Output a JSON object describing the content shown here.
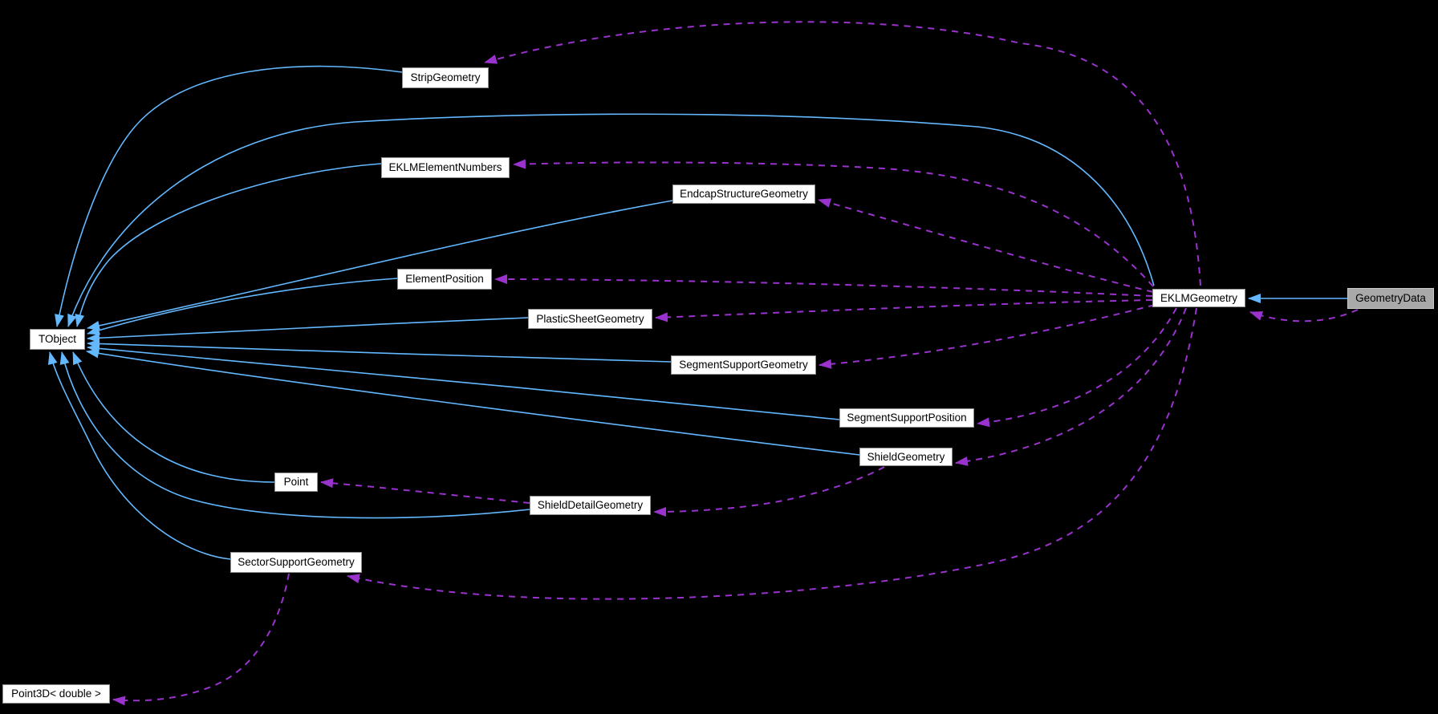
{
  "diagram": {
    "type": "doxygen-collaboration-graph",
    "background_color": "#000000",
    "colors": {
      "inheritance_edge": "#63B8FF",
      "usage_edge": "#9A32CD",
      "node_background": "#ffffff",
      "node_border": "#8f8f8f",
      "current_node_background": "#a9a9a9",
      "current_node_border": "#c9c9c9",
      "node_text": "#000000"
    },
    "nodes": {
      "tobject": {
        "label": "TObject"
      },
      "strip_geometry": {
        "label": "StripGeometry"
      },
      "eklm_element_numbers": {
        "label": "EKLMElementNumbers"
      },
      "endcap_structure_geometry": {
        "label": "EndcapStructureGeometry"
      },
      "element_position": {
        "label": "ElementPosition"
      },
      "plastic_sheet_geometry": {
        "label": "PlasticSheetGeometry"
      },
      "segment_support_geometry": {
        "label": "SegmentSupportGeometry"
      },
      "segment_support_position": {
        "label": "SegmentSupportPosition"
      },
      "shield_geometry": {
        "label": "ShieldGeometry"
      },
      "point": {
        "label": "Point"
      },
      "shield_detail_geometry": {
        "label": "ShieldDetailGeometry"
      },
      "sector_support_geometry": {
        "label": "SectorSupportGeometry"
      },
      "point3d_double": {
        "label": "Point3D< double >"
      },
      "eklm_geometry": {
        "label": "EKLMGeometry"
      },
      "geometry_data": {
        "label": "GeometryData"
      }
    },
    "edges": [
      {
        "from": "StripGeometry",
        "to": "TObject",
        "type": "inheritance"
      },
      {
        "from": "EKLMGeometry",
        "to": "TObject",
        "type": "inheritance"
      },
      {
        "from": "EKLMElementNumbers",
        "to": "TObject",
        "type": "inheritance"
      },
      {
        "from": "EndcapStructureGeometry",
        "to": "TObject",
        "type": "inheritance"
      },
      {
        "from": "ElementPosition",
        "to": "TObject",
        "type": "inheritance"
      },
      {
        "from": "PlasticSheetGeometry",
        "to": "TObject",
        "type": "inheritance"
      },
      {
        "from": "SegmentSupportGeometry",
        "to": "TObject",
        "type": "inheritance"
      },
      {
        "from": "SegmentSupportPosition",
        "to": "TObject",
        "type": "inheritance"
      },
      {
        "from": "ShieldGeometry",
        "to": "TObject",
        "type": "inheritance"
      },
      {
        "from": "Point",
        "to": "TObject",
        "type": "inheritance"
      },
      {
        "from": "ShieldDetailGeometry",
        "to": "TObject",
        "type": "inheritance"
      },
      {
        "from": "SectorSupportGeometry",
        "to": "TObject",
        "type": "inheritance"
      },
      {
        "from": "GeometryData",
        "to": "EKLMGeometry",
        "type": "inheritance"
      },
      {
        "from": "EKLMGeometry",
        "to": "StripGeometry",
        "type": "usage"
      },
      {
        "from": "EKLMGeometry",
        "to": "EKLMElementNumbers",
        "type": "usage"
      },
      {
        "from": "EKLMGeometry",
        "to": "EndcapStructureGeometry",
        "type": "usage"
      },
      {
        "from": "EKLMGeometry",
        "to": "ElementPosition",
        "type": "usage"
      },
      {
        "from": "EKLMGeometry",
        "to": "PlasticSheetGeometry",
        "type": "usage"
      },
      {
        "from": "EKLMGeometry",
        "to": "SegmentSupportGeometry",
        "type": "usage"
      },
      {
        "from": "EKLMGeometry",
        "to": "SegmentSupportPosition",
        "type": "usage"
      },
      {
        "from": "EKLMGeometry",
        "to": "ShieldGeometry",
        "type": "usage"
      },
      {
        "from": "EKLMGeometry",
        "to": "SectorSupportGeometry",
        "type": "usage"
      },
      {
        "from": "GeometryData",
        "to": "EKLMGeometry",
        "type": "usage"
      },
      {
        "from": "ShieldGeometry",
        "to": "ShieldDetailGeometry",
        "type": "usage"
      },
      {
        "from": "ShieldDetailGeometry",
        "to": "Point",
        "type": "usage"
      },
      {
        "from": "SectorSupportGeometry",
        "to": "Point3D< double >",
        "type": "usage"
      }
    ]
  }
}
